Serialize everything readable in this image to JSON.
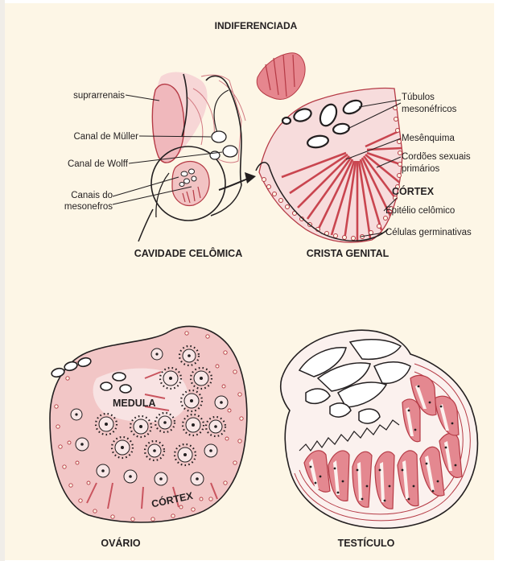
{
  "figure": {
    "top_title": "INDIFERENCIADA",
    "labels": {
      "suprarrenais": "suprarrenais",
      "canal_muller": "Canal de Müller",
      "canal_wolff": "Canal de Wolff",
      "canais_1": "Canais do",
      "canais_2": "mesonefros",
      "tubulos_1": "Túbulos",
      "tubulos_2": "mesonéfricos",
      "mesenquima": "Mesênquima",
      "cordoes_1": "Cordões sexuais",
      "cordoes_2": "primários",
      "cortex_top": "CÓRTEX",
      "epitelio": "Epitélio celômico",
      "celulas": "Células germinativas"
    },
    "captions": {
      "cavidade": "CAVIDADE CELÔMICA",
      "crista": "CRISTA GENITAL",
      "ovario": "OVÁRIO",
      "testiculo": "TESTÍCULO"
    },
    "inner_labels": {
      "medula": "MEDULA",
      "cortex_ovary": "CÓRTEX"
    },
    "colors": {
      "background": "#fdf6e6",
      "tissue_fill": "#f2c3c3",
      "tissue_line": "#b53a45",
      "outline": "#231f20"
    }
  }
}
